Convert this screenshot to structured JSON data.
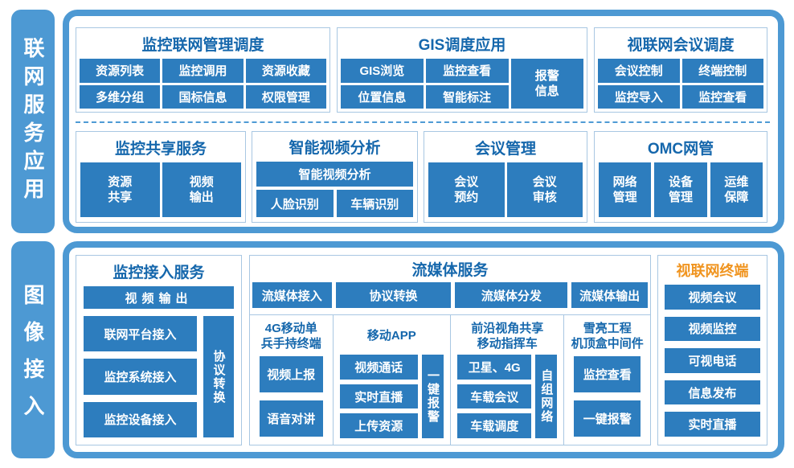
{
  "colors": {
    "bar": "#4D99D3",
    "blue": "#2D7DBE",
    "title": "#1567AC",
    "border": "#A8C7E2",
    "orange": "#F0941F",
    "dash": "#4F9BD5"
  },
  "top": {
    "side_label": "联网服务应用",
    "box1": {
      "title": "监控联网管理调度",
      "cells": [
        "资源列表",
        "监控调用",
        "资源收藏",
        "多维分组",
        "国标信息",
        "权限管理"
      ]
    },
    "box2": {
      "title": "GIS调度应用",
      "cells": [
        "GIS浏览",
        "监控查看",
        "位置信息",
        "智能标注"
      ],
      "tall_cell": "报警\n信息"
    },
    "box3": {
      "title": "视联网会议调度",
      "cells": [
        "会议控制",
        "终端控制",
        "监控导入",
        "监控查看"
      ]
    },
    "box4": {
      "title": "监控共享服务",
      "cells": [
        "资源\n共享",
        "视频\n输出"
      ]
    },
    "box5": {
      "title": "智能视频分析",
      "wide_cell": "智能视频分析",
      "cells": [
        "人脸识别",
        "车辆识别"
      ]
    },
    "box6": {
      "title": "会议管理",
      "cells": [
        "会议\n预约",
        "会议\n审核"
      ]
    },
    "box7": {
      "title": "OMC网管",
      "cells": [
        "网络\n管理",
        "设备\n管理",
        "运维\n保障"
      ]
    }
  },
  "bottom": {
    "side_label": "图像接入",
    "access": {
      "title": "监控接入服务",
      "top_cell": "视频输出",
      "cells": [
        "联网平台接入",
        "监控系统接入",
        "监控设备接入"
      ],
      "vertical_cell": "协议转换"
    },
    "stream": {
      "title": "流媒体服务",
      "top_cells": [
        "流媒体接入",
        "协议转换",
        "流媒体分发",
        "流媒体输出"
      ],
      "col1": {
        "title": "4G移动单\n兵手持终端",
        "cells": [
          "视频上报",
          "语音对讲"
        ]
      },
      "col2": {
        "title": "移动APP",
        "cells": [
          "视频通话",
          "实时直播",
          "上传资源"
        ],
        "vertical_cell": "一键报警"
      },
      "col3": {
        "title": "前沿视角共享\n移动指挥车",
        "cells": [
          "卫星、4G",
          "车载会议",
          "车载调度"
        ],
        "vertical_cell": "自组网络"
      },
      "col4": {
        "title": "雪亮工程\n机顶盒中间件",
        "cells": [
          "监控查看",
          "一键报警"
        ]
      }
    },
    "terminal": {
      "title": "视联网终端",
      "cells": [
        "视频会议",
        "视频监控",
        "可视电话",
        "信息发布",
        "实时直播"
      ]
    }
  }
}
